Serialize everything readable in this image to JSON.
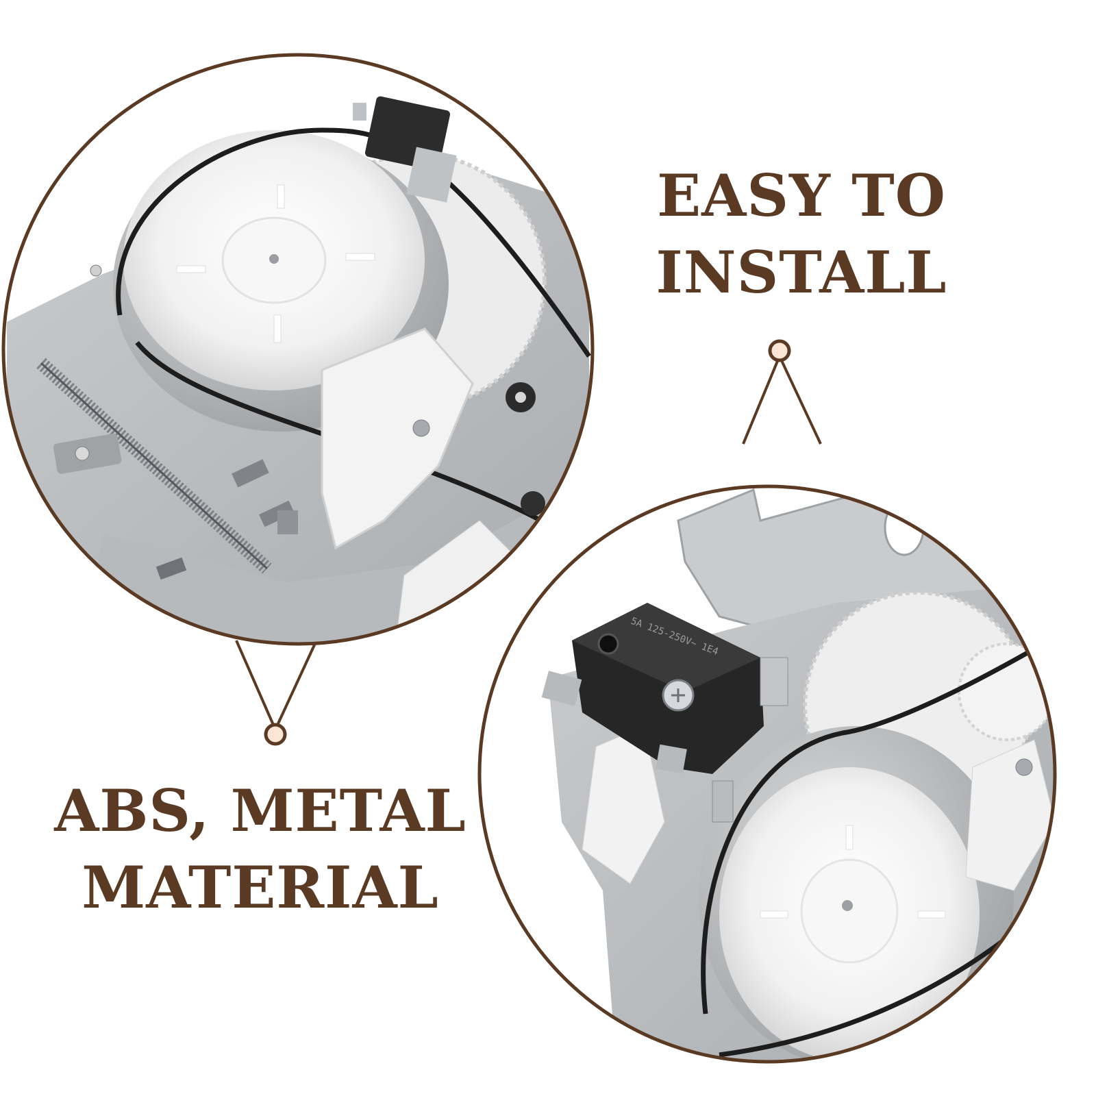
{
  "product_detail": {
    "accent_color": "#5b3a24",
    "ring_color": "#5b3a24",
    "dot_fill": "#fbe6d6",
    "headline_install": {
      "line1": "EASY TO",
      "line2": "INSTALL"
    },
    "headline_material": {
      "line1": "ABS, METAL",
      "line2": "MATERIAL"
    },
    "switch_marking": "5A 125-250V~ 1E4"
  }
}
